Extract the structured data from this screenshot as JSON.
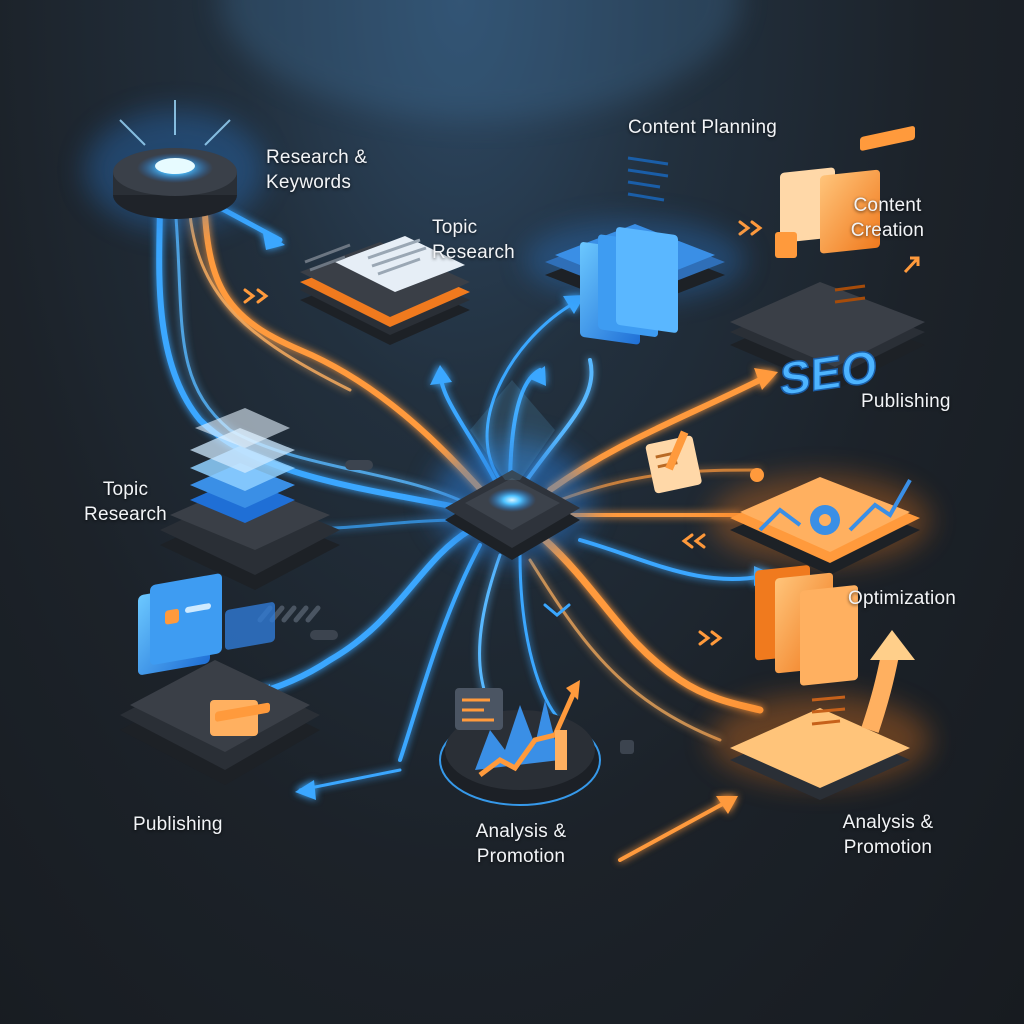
{
  "colors": {
    "background": "#1c2229",
    "flow_blue": "#3aa7ff",
    "flow_orange": "#ff9a3c",
    "platform": "#2b2f36",
    "text": "#f2f4f7"
  },
  "labels": {
    "research_keywords": {
      "line1": "Research &",
      "line2": "Keywords"
    },
    "topic_research_top": {
      "line1": "Topic",
      "line2": "Research"
    },
    "content_planning": {
      "line1": "Content Planning"
    },
    "content_creation": {
      "line1": "Content",
      "line2": "Creation"
    },
    "publishing_right": {
      "line1": "Publishing"
    },
    "topic_research_left": {
      "line1": "Topic",
      "line2": "Research"
    },
    "optimization": {
      "line1": "Optimization"
    },
    "publishing_left": {
      "line1": "Publishing"
    },
    "analysis_center": {
      "line1": "Analysis &",
      "line2": "Promotion"
    },
    "analysis_right": {
      "line1": "Analysis &",
      "line2": "Promotion"
    }
  },
  "badge": {
    "seo_text": "SEO"
  },
  "icons": [
    "glowing-start-node-icon",
    "document-card-icon",
    "stacked-documents-icon",
    "content-creation-icon",
    "seo-gear-chart-icon",
    "layered-cards-icon",
    "dashboard-panel-icon",
    "growth-chart-icon",
    "orange-documents-arrow-icon",
    "central-hub-icon",
    "pencil-note-icon"
  ]
}
